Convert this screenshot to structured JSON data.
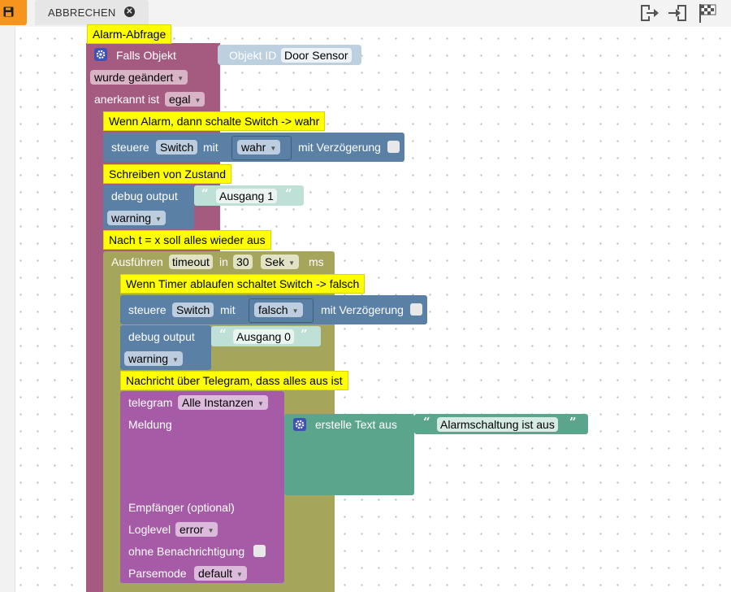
{
  "toolbar": {
    "save_icon": "save-icon",
    "cancel_label": "ABBRECHEN",
    "close_icon": "close-icon",
    "export_icon": "export-icon",
    "import_icon": "import-icon",
    "finish_icon": "checkered-flag-icon"
  },
  "colors": {
    "accent": "#f7941d",
    "trigger_block": "#a55b80",
    "action_block": "#5b80a5",
    "text_block": "#5ba58c",
    "timeout_block": "#a5a55b",
    "telegram_block": "#a55ba5",
    "comment": "#ffff00"
  },
  "blocks": {
    "c1": "Alarm-Abfrage",
    "trigger": {
      "label": "Falls Objekt",
      "oid_label": "Objekt ID",
      "oid_value": "Door Sensor",
      "change_value": "wurde geändert",
      "ack_label": "anerkannt ist",
      "ack_value": "egal"
    },
    "c2": "Wenn Alarm, dann schalte Switch -> wahr",
    "set1": {
      "label": "steuere",
      "target": "Switch",
      "with": "mit",
      "value": "wahr",
      "delay_label": "mit Verzögerung"
    },
    "c3": "Schreiben von Zustand",
    "debug1": {
      "label": "debug output",
      "text": "Ausgang 1",
      "level": "warning"
    },
    "c4": "Nach t = x soll alles wieder aus",
    "timeout": {
      "label": "Ausführen",
      "name": "timeout",
      "in": "in",
      "value": "30",
      "unit": "Sek",
      "ms": "ms"
    },
    "c5": "Wenn Timer ablaufen schaltet Switch -> falsch",
    "set2": {
      "label": "steuere",
      "target": "Switch",
      "with": "mit",
      "value": "falsch",
      "delay_label": "mit Verzögerung"
    },
    "debug2": {
      "label": "debug output",
      "text": "Ausgang 0",
      "level": "warning"
    },
    "c6": "Nachricht über Telegram, dass alles aus ist",
    "telegram": {
      "label": "telegram",
      "instance": "Alle Instanzen",
      "message_label": "Meldung",
      "recipient_label": "Empfänger (optional)",
      "loglevel_label": "Loglevel",
      "loglevel_value": "error",
      "silent_label": "ohne Benachrichtigung",
      "parse_label": "Parsemode",
      "parse_value": "default"
    },
    "join": {
      "label": "erstelle Text aus",
      "text": "Alarmschaltung ist aus"
    }
  }
}
